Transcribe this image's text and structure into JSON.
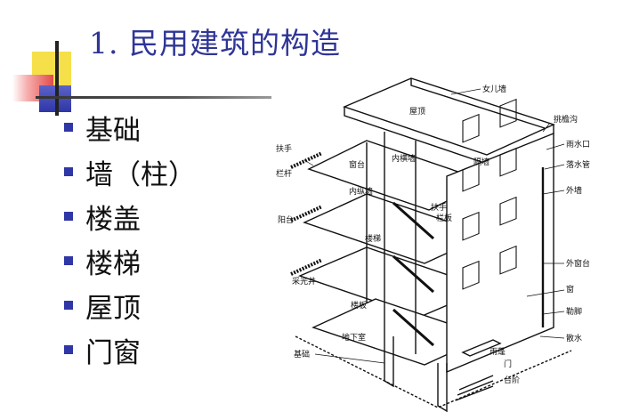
{
  "slide": {
    "title": "1.  民用建筑的构造",
    "bullets": [
      "基础",
      "墙（柱）",
      "楼盖",
      "楼梯",
      "屋顶",
      "门窗"
    ]
  },
  "diagram": {
    "labels": {
      "parapet": "女儿墙",
      "roof": "屋顶",
      "eave_gutter": "挑檐沟",
      "rain_outlet": "雨水口",
      "downpipe": "落水管",
      "outer_wall": "外墙",
      "handrail_top": "扶手",
      "railing_top": "栏杆",
      "window_top": "窗台",
      "inner_transverse_wall": "内横墙",
      "partition_wall": "隔墙",
      "inner_longitudinal_wall": "内纵墙",
      "handrail_mid": "扶手",
      "railing_mid": "栏板",
      "balcony": "阳台",
      "staircase": "楼梯",
      "outer_window_sill": "外窗台",
      "light_well": "采光井",
      "window": "窗",
      "floor_slab": "楼板",
      "plinth": "勒脚",
      "basement": "地下室",
      "apron": "散水",
      "canopy": "雨蓬",
      "foundation": "基础",
      "door": "门",
      "steps": "台阶"
    }
  }
}
